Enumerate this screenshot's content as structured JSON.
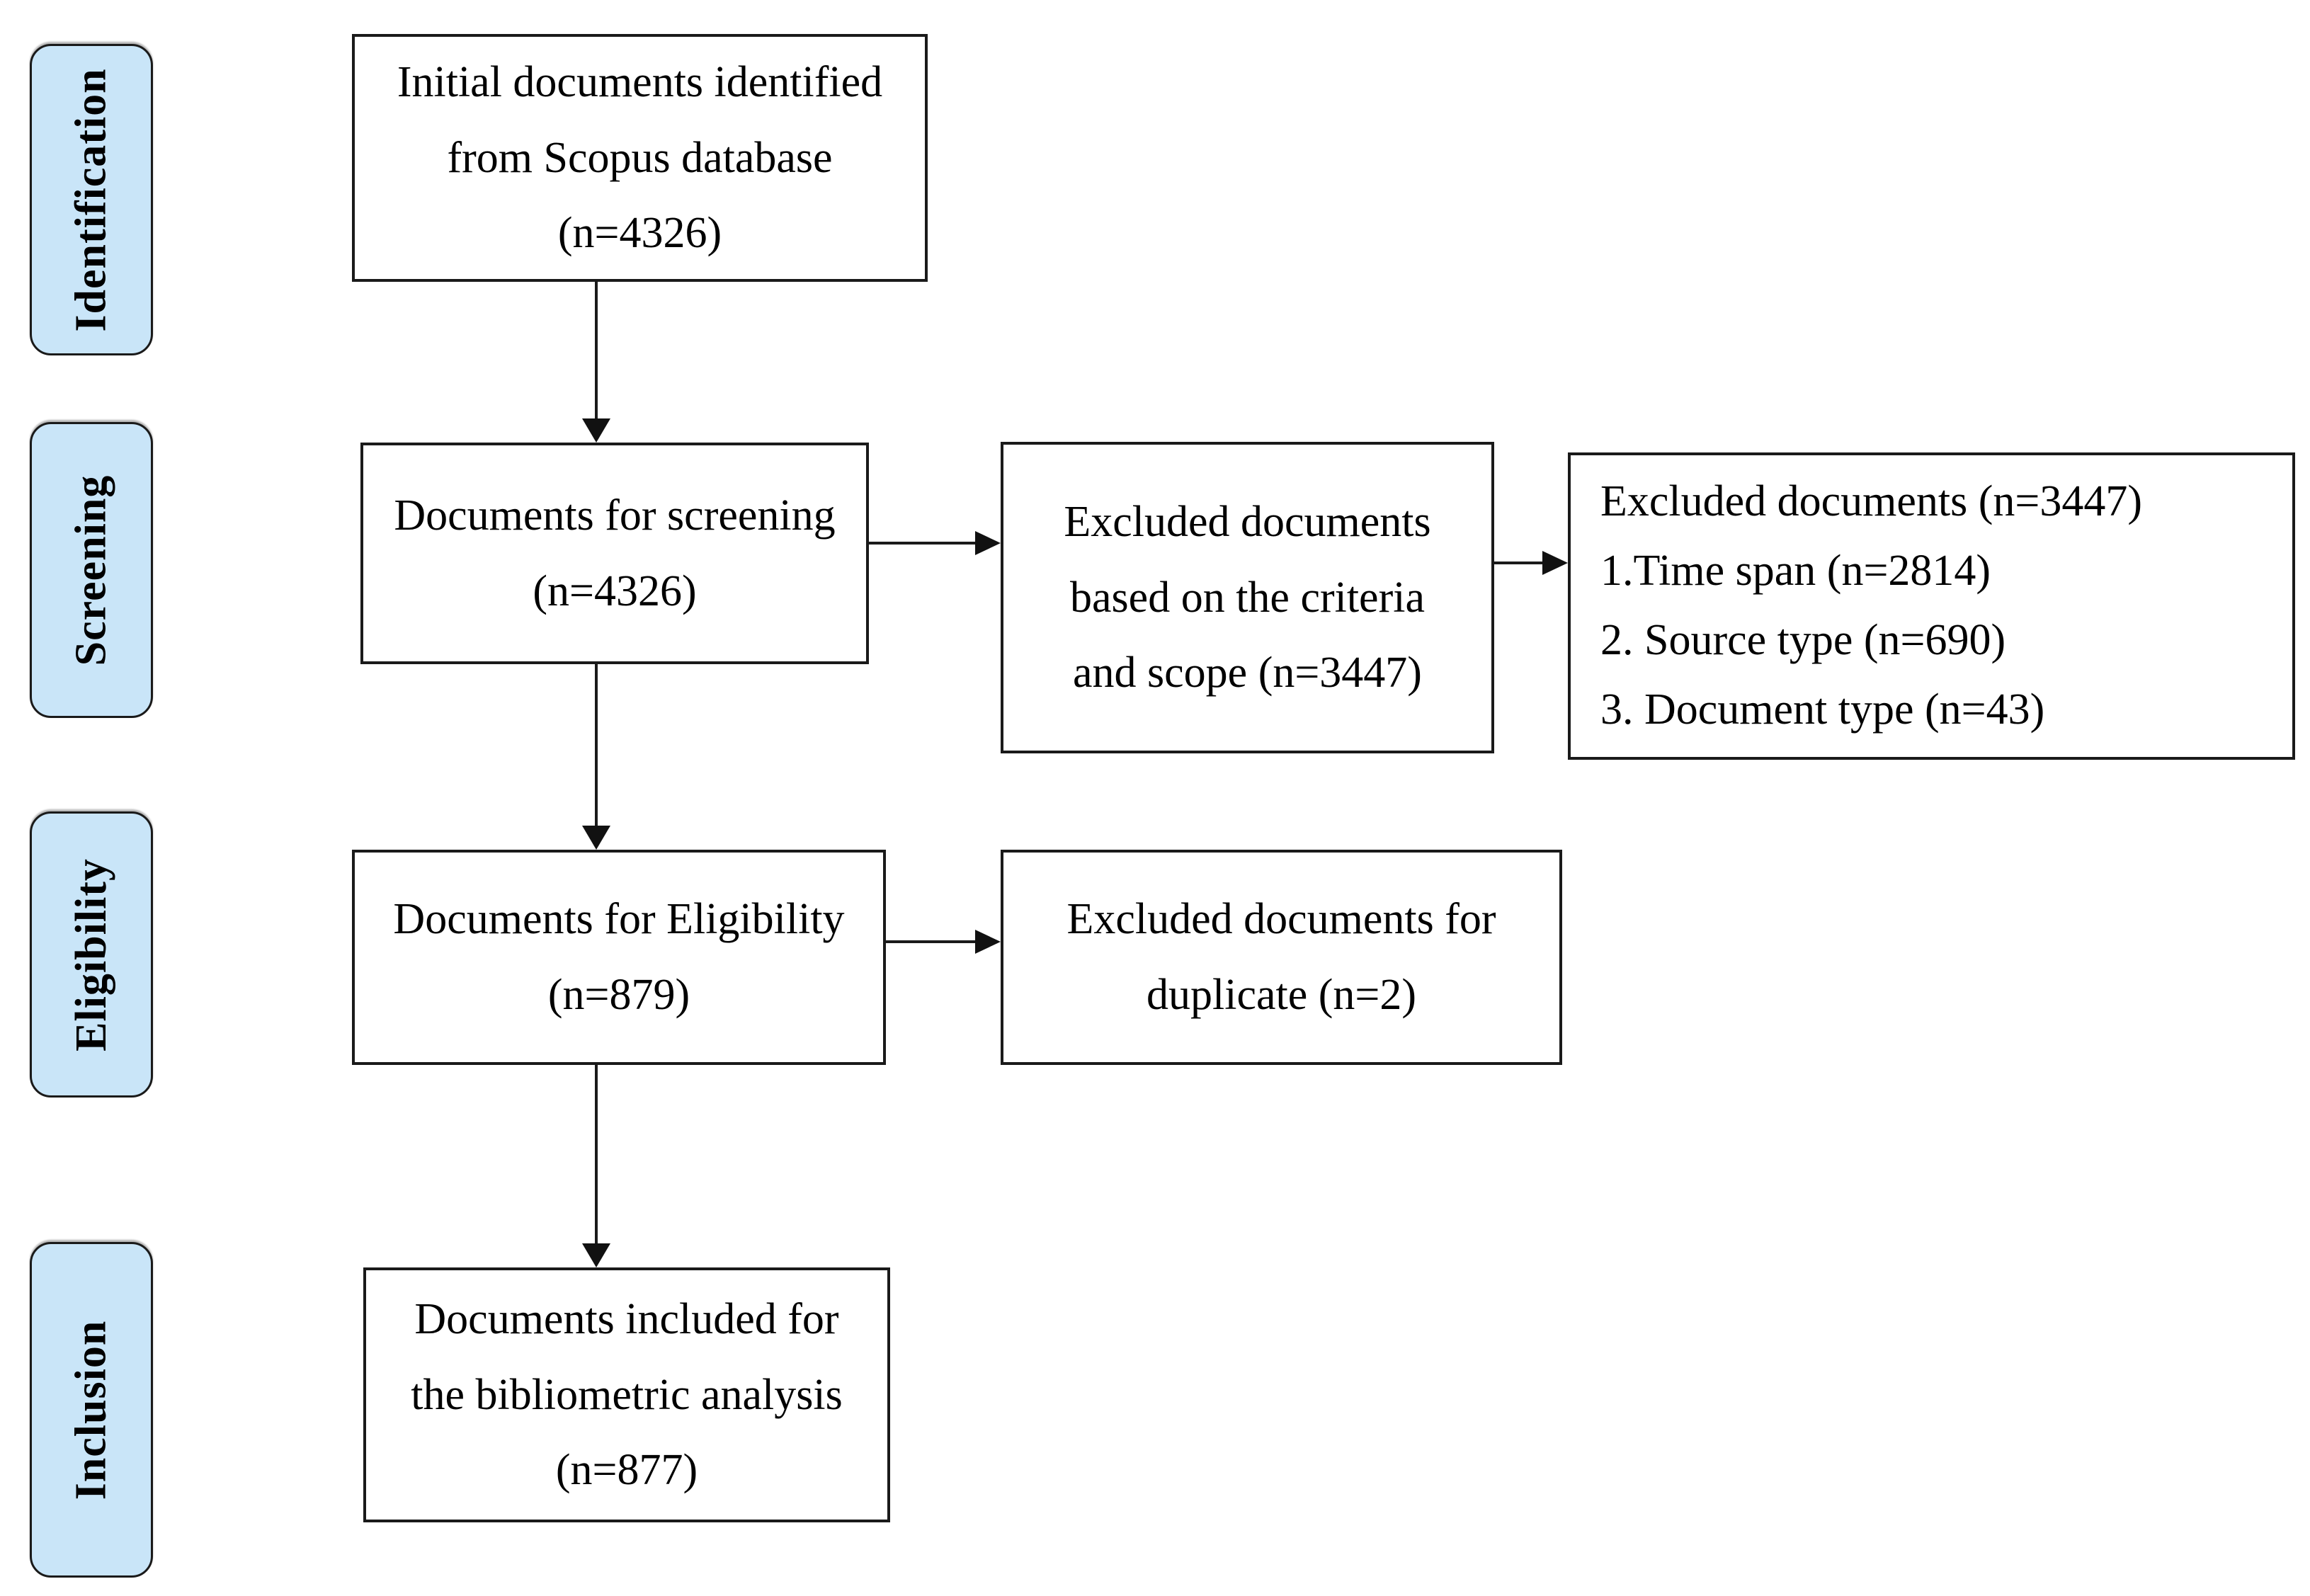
{
  "diagram": {
    "title_semantic": "PRISMA-style document selection flow for bibliometric analysis",
    "stages": [
      {
        "label": "Identification"
      },
      {
        "label": "Screening"
      },
      {
        "label": "Eligibility"
      },
      {
        "label": "Inclusion"
      }
    ],
    "boxes": {
      "initial": "Initial documents identified from Scopus database (n=4326)",
      "screening": "Documents for screening (n=4326)",
      "excluded_criteria": "Excluded documents based on the criteria and scope (n=3447)",
      "excluded_breakdown": {
        "title": "Excluded documents (n=3447)",
        "items": [
          "1.Time span (n=2814)",
          "2. Source type (n=690)",
          "3. Document type (n=43)"
        ]
      },
      "eligibility": "Documents for Eligibility (n=879)",
      "excluded_duplicate": "Excluded documents for duplicate (n=2)",
      "included": "Documents included for the bibliometric analysis (n=877)"
    },
    "counts": {
      "initial": 4326,
      "screening": 4326,
      "excluded_criteria_scope": 3447,
      "excluded_time_span": 2814,
      "excluded_source_type": 690,
      "excluded_document_type": 43,
      "eligibility": 879,
      "excluded_duplicates": 2,
      "included": 877
    },
    "colors": {
      "stage_fill": "#c9e5f8",
      "stage_border": "#1a1a1a",
      "box_border": "#1a1a1a",
      "arrow": "#111111",
      "text": "#000000",
      "background": "#ffffff"
    }
  }
}
